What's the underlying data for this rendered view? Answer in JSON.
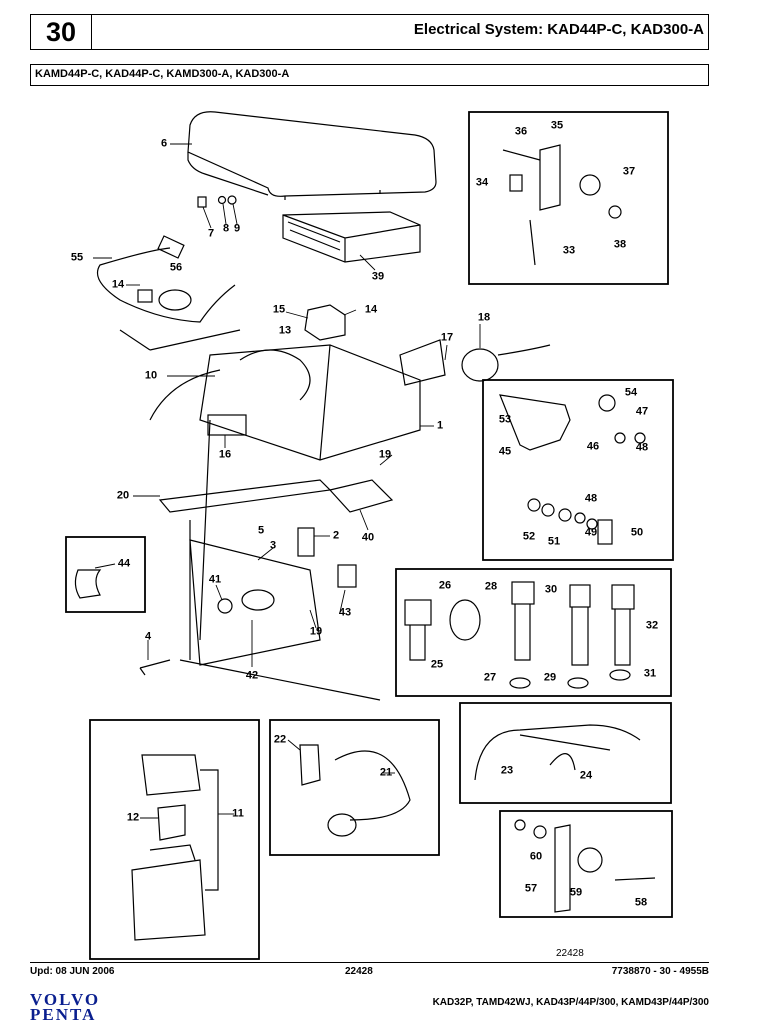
{
  "header": {
    "section_number": "30",
    "title": "Electrical System: KAD44P-C, KAD300-A",
    "models": "KAMD44P-C, KAD44P-C, KAMD300-A, KAD300-A"
  },
  "diagram": {
    "drawing_number": "22428",
    "callouts": [
      "1",
      "2",
      "3",
      "4",
      "5",
      "6",
      "7",
      "8",
      "9",
      "10",
      "11",
      "12",
      "13",
      "14",
      "14",
      "15",
      "16",
      "17",
      "18",
      "19",
      "19",
      "20",
      "21",
      "22",
      "23",
      "24",
      "25",
      "26",
      "27",
      "28",
      "29",
      "30",
      "31",
      "32",
      "33",
      "34",
      "35",
      "36",
      "37",
      "38",
      "39",
      "40",
      "41",
      "42",
      "43",
      "44",
      "45",
      "46",
      "47",
      "48",
      "48",
      "49",
      "50",
      "51",
      "52",
      "53",
      "54",
      "55",
      "56",
      "57",
      "58",
      "59",
      "60"
    ]
  },
  "footer": {
    "updated": "Upd: 08 JUN 2006",
    "drawing_number": "22428",
    "doc_number": "7738870 - 30 - 4955B",
    "models": "KAD32P, TAMD42WJ, KAD43P/44P/300, KAMD43P/44P/300",
    "logo_line1": "VOLVO",
    "logo_line2": "PENTA"
  }
}
